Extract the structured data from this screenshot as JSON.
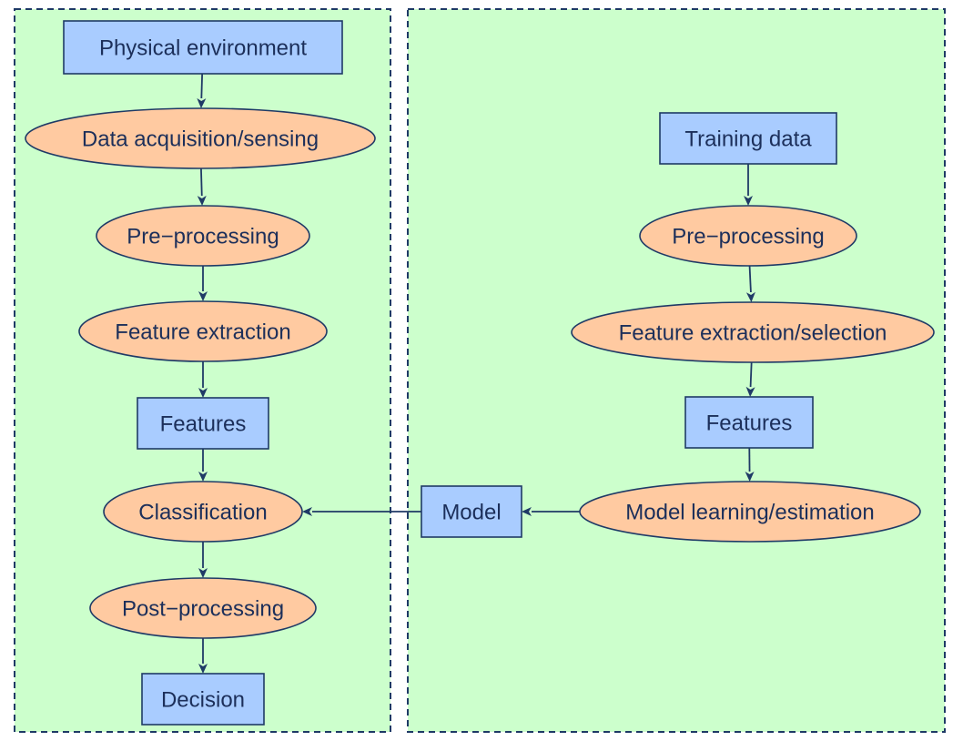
{
  "colors": {
    "panel_fill": "#ccffcc",
    "panel_border": "#1f3a66",
    "box_fill": "#a9ccff",
    "ellipse_fill": "#ffcaa1",
    "stroke": "#1f3a66",
    "text": "#1c2f5a"
  },
  "diagram": {
    "panels": [
      {
        "id": "classification-panel"
      },
      {
        "id": "training-panel"
      }
    ],
    "nodes": [
      {
        "id": "physical-environment",
        "shape": "box",
        "label": "Physical environment"
      },
      {
        "id": "data-acquisition",
        "shape": "ellipse",
        "label": "Data acquisition/sensing"
      },
      {
        "id": "pre-processing-left",
        "shape": "ellipse",
        "label": "Pre−processing"
      },
      {
        "id": "feature-extraction",
        "shape": "ellipse",
        "label": "Feature extraction"
      },
      {
        "id": "features-left",
        "shape": "box",
        "label": "Features"
      },
      {
        "id": "classification",
        "shape": "ellipse",
        "label": "Classification"
      },
      {
        "id": "post-processing",
        "shape": "ellipse",
        "label": "Post−processing"
      },
      {
        "id": "decision",
        "shape": "box",
        "label": "Decision"
      },
      {
        "id": "training-data",
        "shape": "box",
        "label": "Training data"
      },
      {
        "id": "pre-processing-right",
        "shape": "ellipse",
        "label": "Pre−processing"
      },
      {
        "id": "feature-extraction-selection",
        "shape": "ellipse",
        "label": "Feature extraction/selection"
      },
      {
        "id": "features-right",
        "shape": "box",
        "label": "Features"
      },
      {
        "id": "model-learning",
        "shape": "ellipse",
        "label": "Model learning/estimation"
      },
      {
        "id": "model",
        "shape": "box",
        "label": "Model"
      }
    ],
    "edges": [
      {
        "from": "physical-environment",
        "to": "data-acquisition"
      },
      {
        "from": "data-acquisition",
        "to": "pre-processing-left"
      },
      {
        "from": "pre-processing-left",
        "to": "feature-extraction"
      },
      {
        "from": "feature-extraction",
        "to": "features-left"
      },
      {
        "from": "features-left",
        "to": "classification"
      },
      {
        "from": "classification",
        "to": "post-processing"
      },
      {
        "from": "post-processing",
        "to": "decision"
      },
      {
        "from": "training-data",
        "to": "pre-processing-right"
      },
      {
        "from": "pre-processing-right",
        "to": "feature-extraction-selection"
      },
      {
        "from": "feature-extraction-selection",
        "to": "features-right"
      },
      {
        "from": "features-right",
        "to": "model-learning"
      },
      {
        "from": "model-learning",
        "to": "model"
      },
      {
        "from": "model",
        "to": "classification"
      }
    ]
  }
}
